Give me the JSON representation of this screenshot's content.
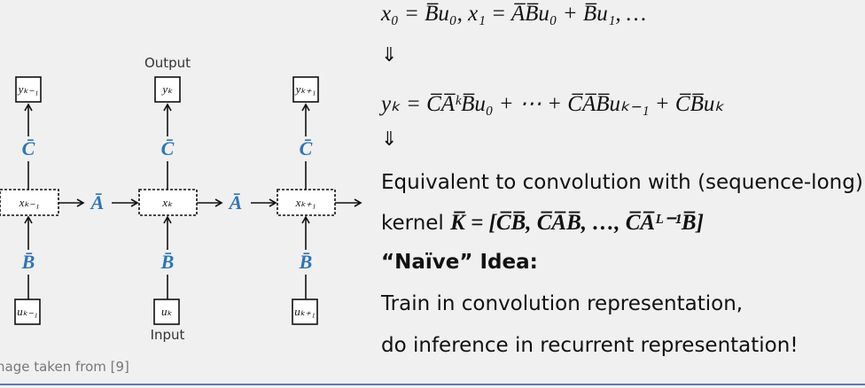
{
  "diagram": {
    "output_label": "Output",
    "input_label": "Input",
    "caption": "nage taken from [9]",
    "columns": [
      {
        "y": "yₖ₋₁",
        "x": "xₖ₋₁",
        "u": "uₖ₋₁"
      },
      {
        "y": "yₖ",
        "x": "xₖ",
        "u": "uₖ"
      },
      {
        "y": "yₖ₊₁",
        "x": "xₖ₊₁",
        "u": "uₖ₊₁"
      }
    ],
    "matrix_A": "Ā",
    "matrix_B": "B̄",
    "matrix_C": "C̄",
    "accent_color": "#2e75b6"
  },
  "text": {
    "eq1": "x₀ = B̅u₀,   x₁ = A̅B̅u₀ + B̅u₁, …",
    "implies1": "⇓",
    "eq2": "yₖ = C̅A̅ᵏB̅u₀ + ⋯ + C̅A̅B̅uₖ₋₁ + C̅B̅uₖ",
    "implies2": "⇓",
    "equivalent": "Equivalent to convolution with (sequence-long)",
    "kernel_label": "kernel ",
    "kernel_math": "K̅ = [C̅B̅, C̅A̅B̅, …, C̅A̅ᴸ⁻¹B̅]",
    "naive_heading": "“Naïve” Idea:",
    "train": "Train in convolution representation,",
    "inference": "do inference in recurrent representation!"
  }
}
